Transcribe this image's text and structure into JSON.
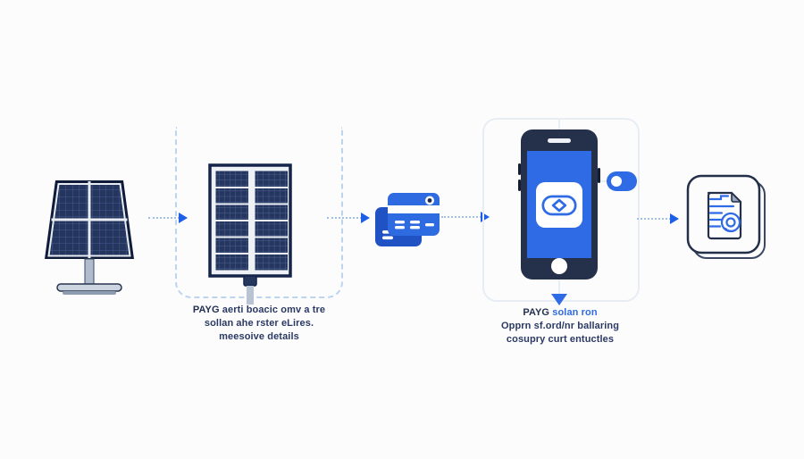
{
  "background": "#fcfcfd",
  "colors": {
    "navy": "#22304f",
    "panel_fill": "#24355e",
    "panel_grid": "#46598a",
    "accent_blue": "#2e6be5",
    "arrow_head_blue": "#1d5fe6",
    "card_front_blue": "#2e6ae0",
    "card_back_blue": "#2152c4",
    "arrow_dot": "#9fc0e8",
    "dashed_box_border": "#bdd4ee",
    "solid_box_border": "#e8edf4",
    "caption_navy": "#2b3a63"
  },
  "icons": {
    "step1": "solar-panel-on-stand-icon",
    "step2": "large-solar-panel-icon",
    "step3": "credit-card-icon",
    "step4": "smartphone-icon",
    "step4_side": "toggle-switch-icon",
    "step5": "document-certificate-icon",
    "connectors": "dotted-arrow-right-icon",
    "below_phone": "arrow-down-icon"
  },
  "captions": {
    "panel": {
      "lead": "PAYG",
      "line1_rest": "aerti boacic omv a tre",
      "line2": "sollan ahe rster eLires.",
      "line3": "meesoive details"
    },
    "phone": {
      "lead": "PAYG",
      "line1_rest": "solan ron",
      "line2": "Opprn sf.ord/nr ballaring",
      "line3": "cosupry curt entuctles"
    }
  }
}
